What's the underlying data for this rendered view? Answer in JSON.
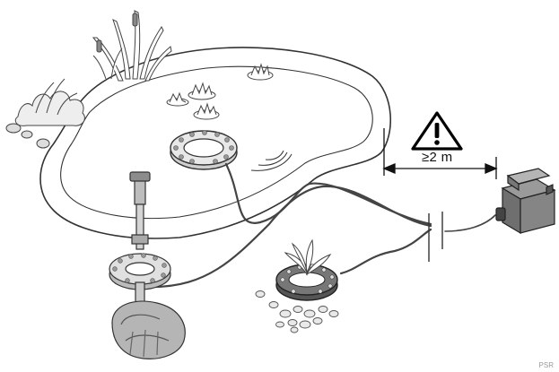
{
  "diagram": {
    "distance_label": "≥2 m",
    "watermark": "PSR",
    "icons": [
      "warning-triangle-icon",
      "pond",
      "water-plants",
      "led-ring-light",
      "fountain-pump",
      "transformer",
      "cable-connector"
    ]
  }
}
